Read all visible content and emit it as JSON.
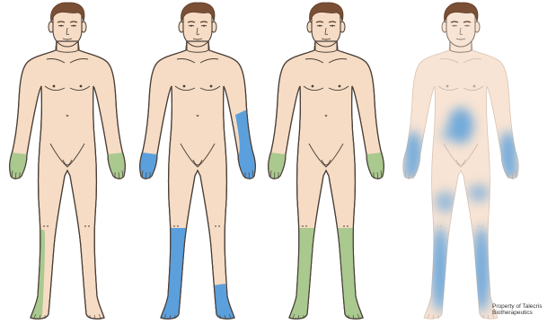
{
  "colors": {
    "skin": "#f6dcc4",
    "skin_light": "#f8e4d4",
    "outline": "#4a3f38",
    "hair": "#7a4f35",
    "hair_dark": "#5a3a26",
    "blue": "#5ba0dc",
    "green": "#a9c98f"
  },
  "figures": [
    {
      "id": "figure-1",
      "style": "drawn",
      "regions": [
        {
          "part": "left-hand",
          "color": "green"
        },
        {
          "part": "right-hand",
          "color": "green"
        },
        {
          "part": "left-lower-leg-outer",
          "color": "green"
        }
      ]
    },
    {
      "id": "figure-2",
      "style": "drawn",
      "regions": [
        {
          "part": "left-hand",
          "color": "blue"
        },
        {
          "part": "right-forearm",
          "color": "blue"
        },
        {
          "part": "right-hand",
          "color": "blue"
        },
        {
          "part": "left-lower-leg",
          "color": "blue"
        },
        {
          "part": "right-foot",
          "color": "blue"
        }
      ]
    },
    {
      "id": "figure-3",
      "style": "drawn",
      "regions": [
        {
          "part": "left-hand",
          "color": "green"
        },
        {
          "part": "right-hand",
          "color": "green"
        },
        {
          "part": "left-lower-leg",
          "color": "green"
        },
        {
          "part": "right-lower-leg",
          "color": "green"
        }
      ]
    },
    {
      "id": "figure-4",
      "style": "faded",
      "regions": [
        {
          "part": "torso-patch",
          "color": "blue"
        },
        {
          "part": "arms-hands",
          "color": "blue"
        },
        {
          "part": "thighs",
          "color": "blue"
        },
        {
          "part": "legs",
          "color": "blue"
        }
      ]
    }
  ],
  "credit": "Property of Talecris\nBiotherapeutics"
}
